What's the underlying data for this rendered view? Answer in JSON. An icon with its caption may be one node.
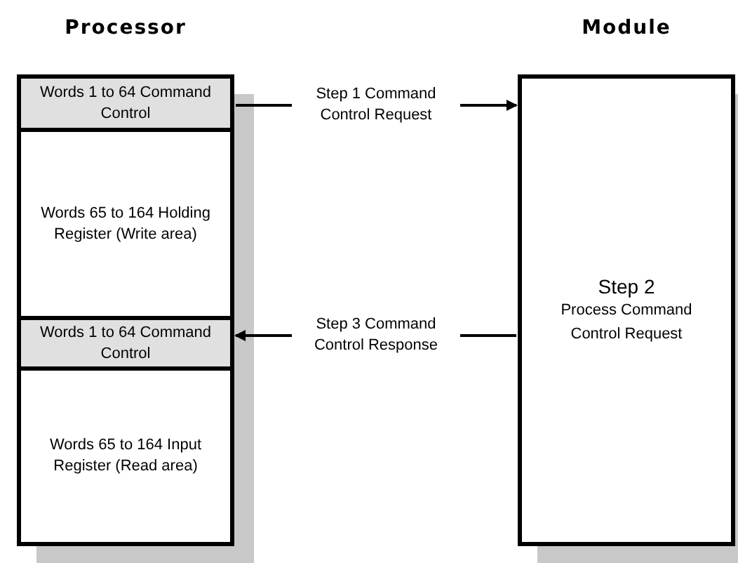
{
  "diagram": {
    "nodes": [
      {
        "text": [
          "Processor"
        ]
      },
      {
        "text": [
          "Words 1 to 64 Command Control"
        ],
        "in": 0
      },
      {
        "text": [
          "Words 65 to 164 Holding Register (Write area)"
        ],
        "in": 0
      },
      {
        "text": [
          "Words 1 to 64 Command Control"
        ],
        "in": 0
      },
      {
        "text": [
          "Words 65 to 164 Input Register (Read area)"
        ],
        "in": 0
      },
      {
        "text": [
          "Module",
          "Step 2",
          "Process Command Control Request"
        ]
      }
    ],
    "edges": [
      {
        "from": 1,
        "to": 5,
        "arrow": "to",
        "label": "Step 1 Command Control Request"
      },
      {
        "from": 5,
        "to": 3,
        "arrow": "to",
        "label": "Step 3 Command Control Response"
      }
    ]
  }
}
